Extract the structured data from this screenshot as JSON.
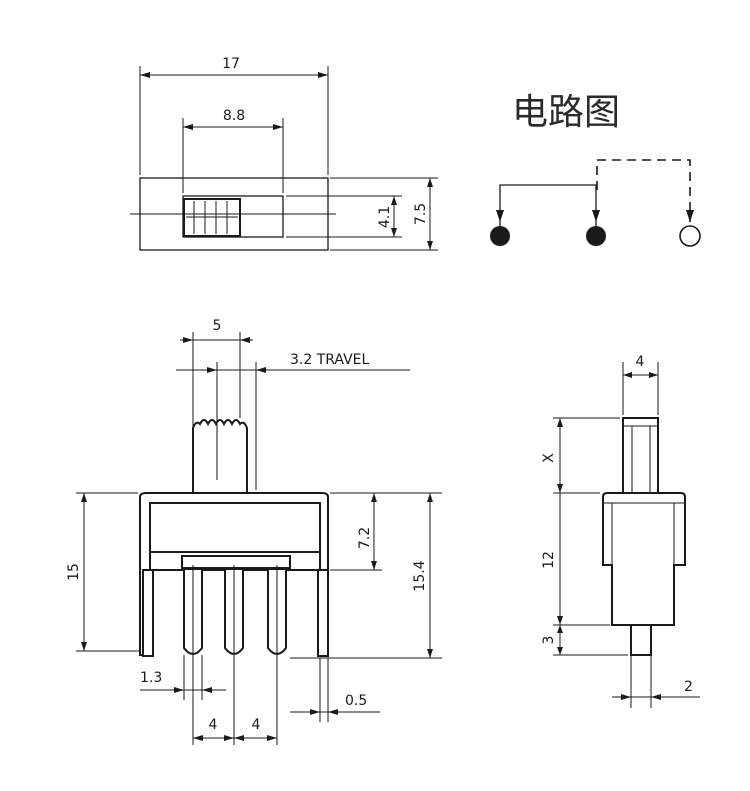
{
  "circuit": {
    "title": "电路图"
  },
  "top_view": {
    "dims": {
      "width": "17",
      "slot": "8.8",
      "slot_height": "4.1",
      "height": "7.5"
    }
  },
  "front_view": {
    "dims": {
      "actuator": "5",
      "travel": "3.2 TRAVEL",
      "body_height": "15",
      "pin_height": "7.2",
      "total_height": "15.4",
      "pin_width": "1.3",
      "pitch_a": "4",
      "pitch_b": "4",
      "lug_thickness": "0.5"
    }
  },
  "side_view": {
    "dims": {
      "actuator_width": "4",
      "actuator_length": "X",
      "body_length": "12",
      "pin_length": "3",
      "pin_width": "2"
    }
  },
  "colors": {
    "ink": "#1a1a1a",
    "paper": "#ffffff"
  }
}
